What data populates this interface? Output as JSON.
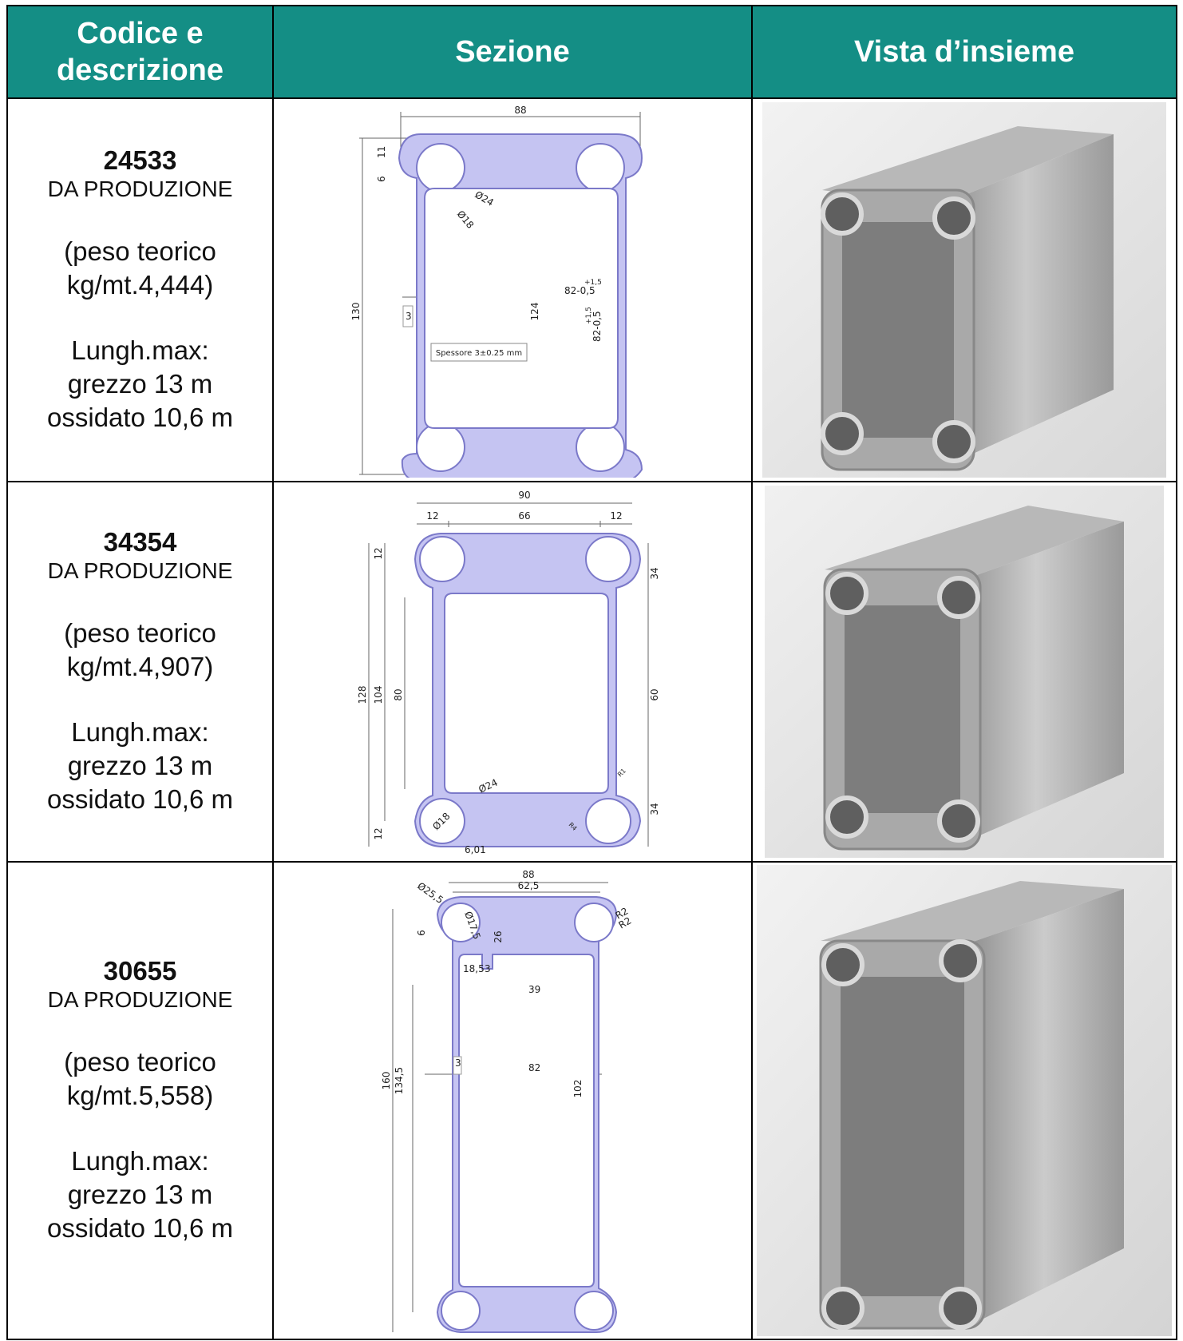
{
  "header": {
    "col1_line1": "Codice e",
    "col1_line2": "descrizione",
    "col2": "Sezione",
    "col3": "Vista d’insieme"
  },
  "rows": [
    {
      "code": "24533",
      "status": "DA PRODUZIONE",
      "weight_line1": "(peso teorico",
      "weight_line2": "kg/mt.4,444)",
      "length_label": "Lungh.max:",
      "raw": "grezzo 13 m",
      "anodized": "ossidato 10,6 m",
      "dims": {
        "width": "88",
        "height": "130",
        "inner": "124",
        "a": "11",
        "b": "6",
        "d1": "Ø24",
        "d2": "Ø18",
        "t": "3",
        "tol1": "82-0,5",
        "tol1s": "+1,5",
        "tol2": "82-0,5",
        "tol2s": "+1,5",
        "note": "Spessore 3±0.25 mm"
      }
    },
    {
      "code": "34354",
      "status": "DA PRODUZIONE",
      "weight_line1": "(peso teorico",
      "weight_line2": "kg/mt.4,907)",
      "length_label": "Lungh.max:",
      "raw": "grezzo 13 m",
      "anodized": "ossidato 10,6 m",
      "dims": {
        "width": "90",
        "w1": "12",
        "w2": "66",
        "w3": "12",
        "h128": "128",
        "h104": "104",
        "h80": "80",
        "h12a": "12",
        "h12b": "12",
        "r34a": "34",
        "r60": "60",
        "r34b": "34",
        "d1": "Ø24",
        "d2": "Ø18",
        "bot": "6,01",
        "r1": "R1",
        "r4": "R4"
      }
    },
    {
      "code": "30655",
      "status": "DA PRODUZIONE",
      "weight_line1": "(peso teorico",
      "weight_line2": "kg/mt.5,558)",
      "length_label": "Lungh.max:",
      "raw": "grezzo 13 m",
      "anodized": "ossidato 10,6 m",
      "dims": {
        "width": "88",
        "w2": "62,5",
        "d1": "Ø25,5",
        "d2": "Ø17,5",
        "r2a": "R2",
        "r2b": "R2",
        "h6": "6",
        "h26": "26",
        "w185": "18,5",
        "w3": "3",
        "w39": "39",
        "t": "3",
        "w82": "82",
        "h160": "160",
        "h1345": "134,5",
        "h102": "102"
      }
    }
  ],
  "colors": {
    "header_bg": "#148e85",
    "header_text": "#ffffff",
    "profile_fill": "#c5c4f2",
    "profile_stroke": "#7b79c9"
  }
}
